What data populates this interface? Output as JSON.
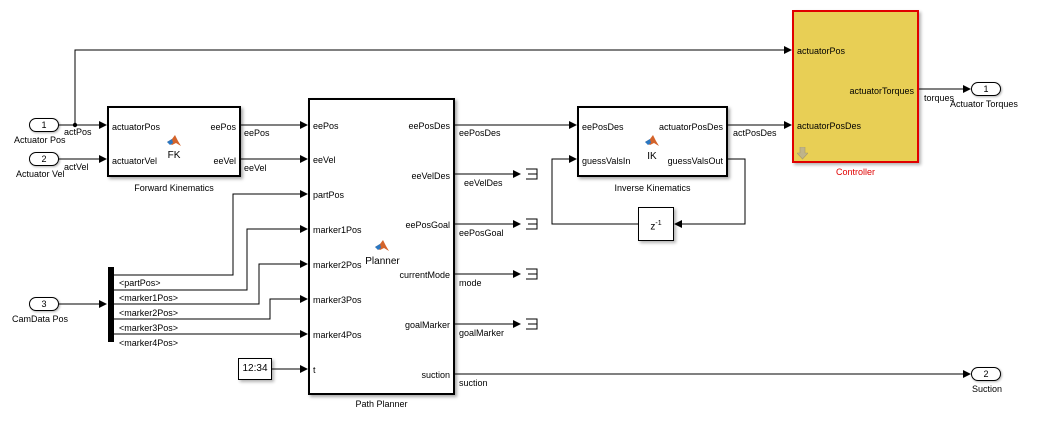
{
  "inports": [
    {
      "number": "1",
      "name": "Actuator Pos"
    },
    {
      "number": "2",
      "name": "Actuator Vel"
    },
    {
      "number": "3",
      "name": "CamData Pos"
    }
  ],
  "outports": [
    {
      "number": "1",
      "name": "Actuator Torques"
    },
    {
      "number": "2",
      "name": "Suction"
    }
  ],
  "fk": {
    "name": "Forward Kinematics",
    "fcn": "FK",
    "inputs": [
      "actuatorPos",
      "actuatorVel"
    ],
    "outputs": [
      "eePos",
      "eeVel"
    ]
  },
  "planner": {
    "name": "Path Planner",
    "fcn": "Planner",
    "inputs": [
      "eePos",
      "eeVel",
      "partPos",
      "marker1Pos",
      "marker2Pos",
      "marker3Pos",
      "marker4Pos",
      "t"
    ],
    "outputs": [
      "eePosDes",
      "eeVelDes",
      "eePosGoal",
      "currentMode",
      "goalMarker",
      "suction"
    ]
  },
  "ik": {
    "name": "Inverse Kinematics",
    "fcn": "IK",
    "inputs": [
      "eePosDes",
      "guessValsIn"
    ],
    "outputs": [
      "actuatorPosDes",
      "guessValsOut"
    ]
  },
  "controller": {
    "name": "Controller",
    "inputs": [
      "actuatorPos",
      "actuatorPosDes"
    ],
    "outputs": [
      "actuatorTorques"
    ]
  },
  "delay": {
    "label_base": "z",
    "label_exp": "-1"
  },
  "clock": {
    "label": "12:34"
  },
  "bus_selector": {
    "signals": [
      "<partPos>",
      "<marker1Pos>",
      "<marker2Pos>",
      "<marker3Pos>",
      "<marker4Pos>"
    ]
  },
  "signals": {
    "actPos": "actPos",
    "actVel": "actVel",
    "eePos": "eePos",
    "eeVel": "eeVel",
    "eePosDes": "eePosDes",
    "eeVelDes": "eeVelDes",
    "eePosGoal": "eePosGoal",
    "mode": "mode",
    "goalMarker": "goalMarker",
    "suction": "suction",
    "actPosDes": "actPosDes",
    "torques": "torques"
  },
  "colors": {
    "controller_fill": "#e8cf55",
    "controller_border": "#e00000",
    "controller_label": "#e00000",
    "matlab_logo_orange": "#d4632a",
    "matlab_logo_blue": "#2a77c1"
  }
}
